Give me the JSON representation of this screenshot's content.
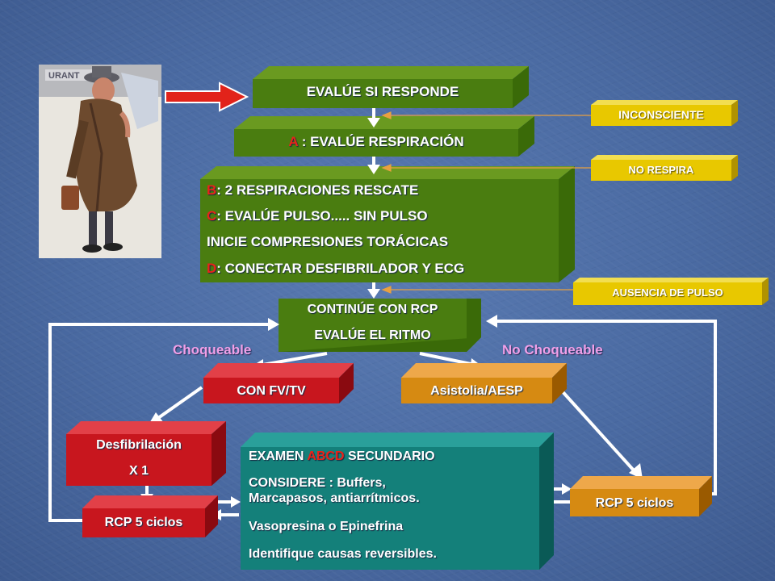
{
  "steps": {
    "evalue": "EVALÚE SI RESPONDE",
    "a_letter": "A",
    "a_text": " : EVALÚE RESPIRACIÓN",
    "b_letter": "B",
    "b_text": ": 2 RESPIRACIONES RESCATE",
    "c_letter": "C",
    "c_text": ": EVALÚE PULSO..... SIN PULSO",
    "c_line2": "INICIE COMPRESIONES TORÁCICAS",
    "d_letter": "D",
    "d_text": ": CONECTAR DESFIBRILADOR Y ECG",
    "continue_line1": "CONTINÚE CON RCP",
    "continue_line2": "EVALÚE EL RITMO"
  },
  "tags": {
    "inconsciente": "INCONSCIENTE",
    "no_respira": "NO RESPIRA",
    "ausencia": "AUSENCIA DE PULSO"
  },
  "branches": {
    "choqueable": "Choqueable",
    "no_choqueable": "No Choqueable",
    "fv_tv": "CON FV/TV",
    "asistolia": "Asistolia/AESP",
    "desfib_line1": "Desfibrilación",
    "desfib_line2": "X 1",
    "rcp_left": "RCP 5 ciclos",
    "rcp_right": "RCP 5 ciclos"
  },
  "secondary": {
    "exam_prefix": "EXAMEN ",
    "exam_abcd": "ABCD",
    "exam_suffix": " SECUNDARIO",
    "considere": "CONSIDERE : Buffers,",
    "considere_line2": "Marcapasos, antiarrítmicos.",
    "vaso": "Vasopresina o Epinefrina",
    "causas": "Identifique causas reversibles."
  },
  "colors": {
    "green": "#4a7d10",
    "olive_side": "#6a9a20",
    "tag_yellow": "#e8c800",
    "red": "#c8161e",
    "orange": "#d68a12",
    "teal": "#14807a",
    "arrow_red": "#e2231a"
  }
}
